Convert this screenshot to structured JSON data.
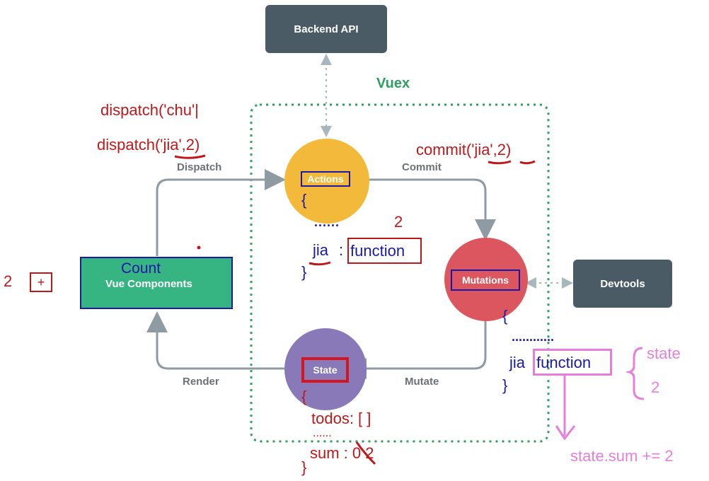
{
  "diagram": {
    "backend_api": "Backend API",
    "vuex_title": "Vuex",
    "devtools": "Devtools",
    "vue_components": "Vue Components",
    "actions": "Actions",
    "mutations": "Mutations",
    "state": "State",
    "edges": {
      "dispatch": "Dispatch",
      "commit": "Commit",
      "mutate": "Mutate",
      "render": "Render"
    }
  },
  "annotations": {
    "dispatch_chu": "dispatch('chu'|",
    "dispatch_jia": "dispatch('jia',2)",
    "commit_jia": "commit('jia',2)",
    "count_label": "Count",
    "left_number": "2",
    "plus_button": "+",
    "actions_open": "{",
    "actions_dots": "......",
    "actions_number": "2",
    "actions_jia": "jia",
    "actions_colon": ":",
    "actions_function": "function",
    "actions_close": "}",
    "mut_open": "{",
    "mut_dots": "............",
    "mut_jia": "jia",
    "mut_function": "function",
    "mut_close": "}",
    "state_word": "state",
    "state_number": "2",
    "state_sum_expr": "state.sum += 2",
    "state_open": "{",
    "state_todos": "todos: [ ]",
    "state_dots": "......",
    "state_sum": "sum : ",
    "state_old": "0",
    "state_new": " 2",
    "state_close": "}"
  },
  "colors": {
    "actions": "#f3b93a",
    "mutations": "#dc5660",
    "state": "#8a79b9",
    "vue_components": "#36b583",
    "dark_box": "#4a5b65",
    "vuex_border": "#2e9e62",
    "arrow": "#8f9ba3",
    "ink_red": "#c0181a",
    "ink_blue": "#1a1aa6",
    "ink_pink": "#e67fdc"
  }
}
